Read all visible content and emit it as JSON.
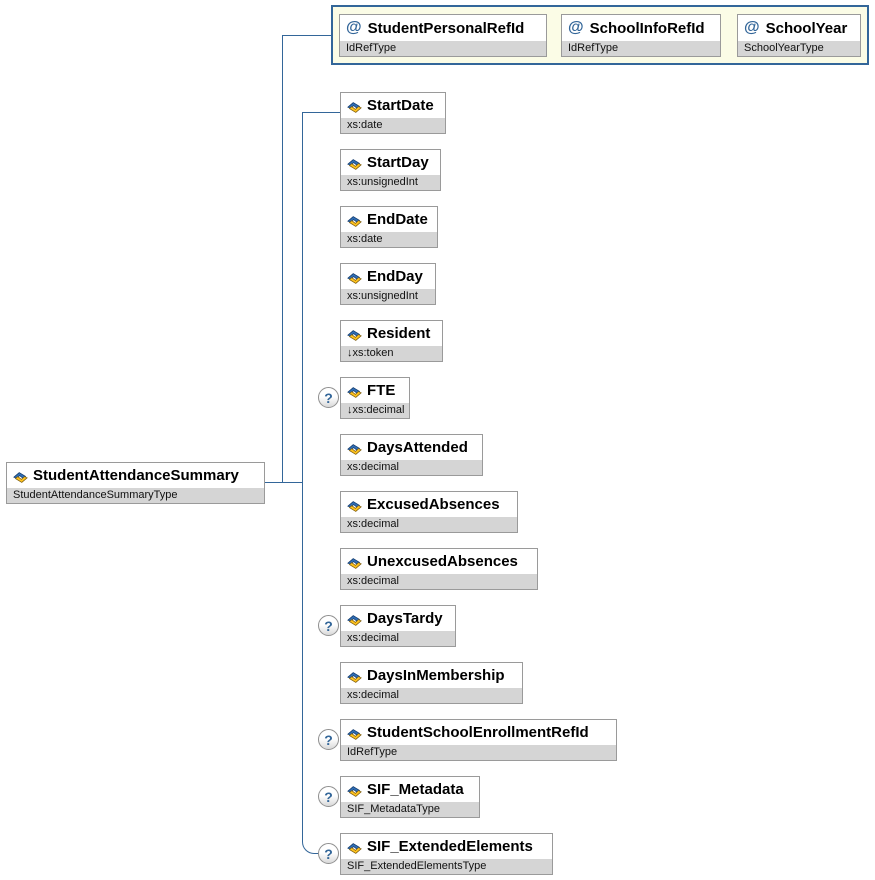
{
  "diagram": {
    "at_symbol": "@",
    "optional_marker": "?",
    "root": {
      "name": "StudentAttendanceSummary",
      "type": "StudentAttendanceSummaryType"
    },
    "attributes": [
      {
        "name": "StudentPersonalRefId",
        "type": "IdRefType"
      },
      {
        "name": "SchoolInfoRefId",
        "type": "IdRefType"
      },
      {
        "name": "SchoolYear",
        "type": "SchoolYearType"
      }
    ],
    "children": [
      {
        "name": "StartDate",
        "type": "xs:date",
        "optional": false
      },
      {
        "name": "StartDay",
        "type": "xs:unsignedInt",
        "optional": false
      },
      {
        "name": "EndDate",
        "type": "xs:date",
        "optional": false
      },
      {
        "name": "EndDay",
        "type": "xs:unsignedInt",
        "optional": false
      },
      {
        "name": "Resident",
        "type": "↓xs:token",
        "optional": false
      },
      {
        "name": "FTE",
        "type": "↓xs:decimal",
        "optional": true
      },
      {
        "name": "DaysAttended",
        "type": "xs:decimal",
        "optional": false
      },
      {
        "name": "ExcusedAbsences",
        "type": "xs:decimal",
        "optional": false
      },
      {
        "name": "UnexcusedAbsences",
        "type": "xs:decimal",
        "optional": false
      },
      {
        "name": "DaysTardy",
        "type": "xs:decimal",
        "optional": true
      },
      {
        "name": "DaysInMembership",
        "type": "xs:decimal",
        "optional": false
      },
      {
        "name": "StudentSchoolEnrollmentRefId",
        "type": "IdRefType",
        "optional": true
      },
      {
        "name": "SIF_Metadata",
        "type": "SIF_MetadataType",
        "optional": true
      },
      {
        "name": "SIF_ExtendedElements",
        "type": "SIF_ExtendedElementsType",
        "optional": true
      }
    ],
    "icons": {
      "element": "element-icon",
      "attribute": "at-sign-icon",
      "optional": "question-mark"
    },
    "colors": {
      "connector": "#336699",
      "attr_container_bg": "#FBFCE6",
      "attr_container_border": "#336699",
      "box_border": "#9A9A9A",
      "type_row_bg": "#D5D5D5",
      "accent_blue": "#336699",
      "icon_blue": "#2F6DB5",
      "icon_yellow": "#FFC31E"
    }
  }
}
